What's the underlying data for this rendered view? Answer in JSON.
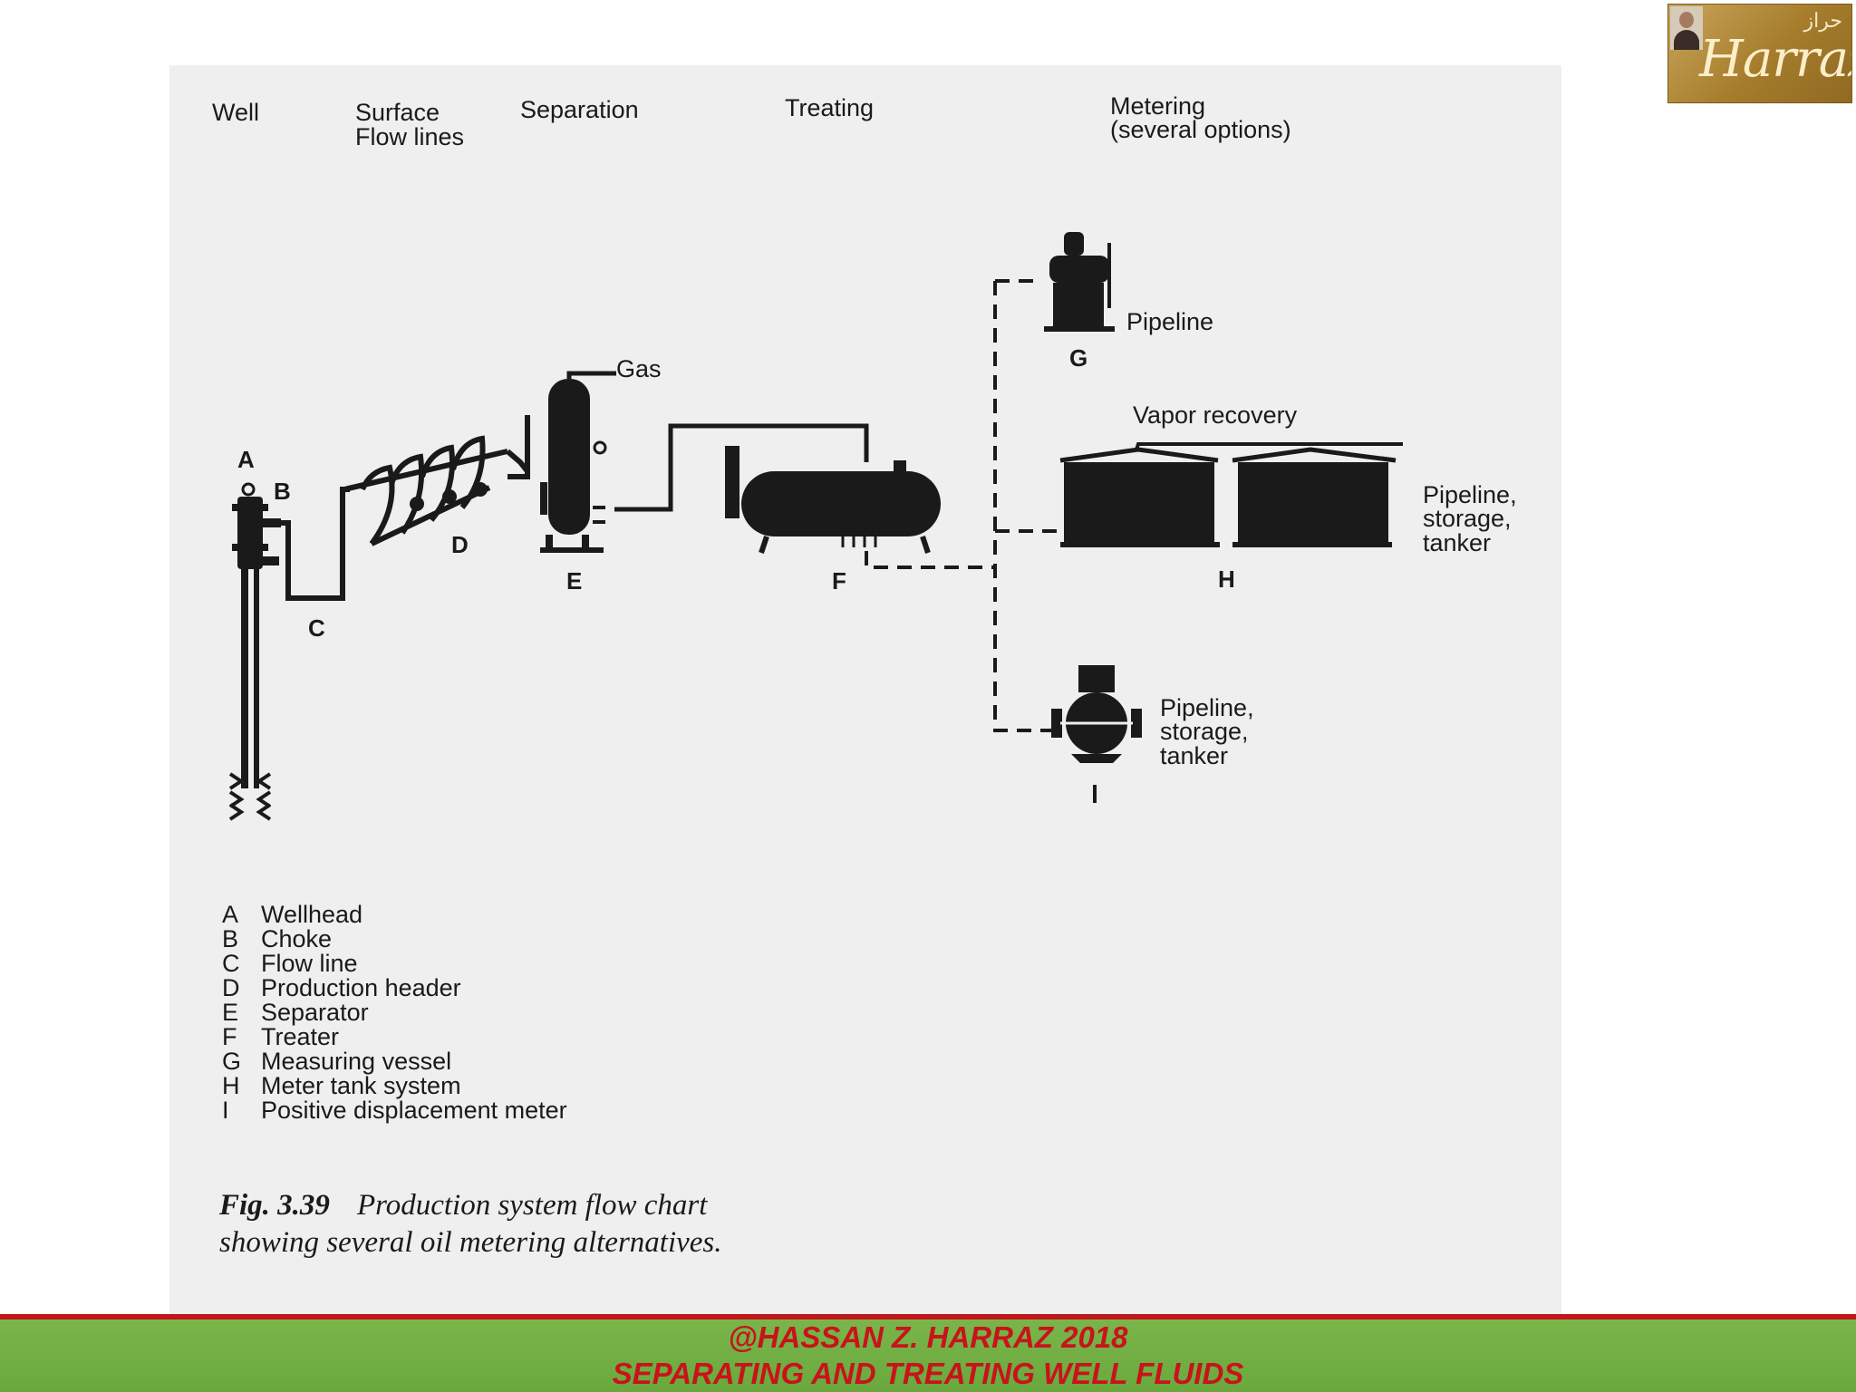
{
  "headers": {
    "well": "Well",
    "surface_1": "Surface",
    "surface_2": "Flow lines",
    "separation": "Separation",
    "treating": "Treating",
    "metering_1": "Metering",
    "metering_2": "(several options)"
  },
  "component_letters": {
    "A": "A",
    "B": "B",
    "C": "C",
    "D": "D",
    "E": "E",
    "F": "F",
    "G": "G",
    "H": "H",
    "I": "I"
  },
  "labels": {
    "gas": "Gas",
    "pipeline": "Pipeline",
    "vapor_recovery": "Vapor recovery",
    "h_dest_1": "Pipeline,",
    "h_dest_2": "storage,",
    "h_dest_3": "tanker",
    "i_dest_1": "Pipeline,",
    "i_dest_2": "storage,",
    "i_dest_3": "tanker"
  },
  "legend": [
    {
      "key": "A",
      "text": "Wellhead"
    },
    {
      "key": "B",
      "text": "Choke"
    },
    {
      "key": "C",
      "text": "Flow line"
    },
    {
      "key": "D",
      "text": "Production header"
    },
    {
      "key": "E",
      "text": "Separator"
    },
    {
      "key": "F",
      "text": "Treater"
    },
    {
      "key": "G",
      "text": "Measuring vessel"
    },
    {
      "key": "H",
      "text": "Meter tank system"
    },
    {
      "key": "I",
      "text": "Positive displacement meter"
    }
  ],
  "caption": {
    "fig": "Fig. 3.39",
    "text": "Production system flow chart showing several oil metering alternatives."
  },
  "logo": {
    "arabic": "حراز",
    "text": "Harraz"
  },
  "footer": {
    "line1": "@HASSAN Z. HARRAZ 2018",
    "line2": "SEPARATING AND TREATING WELL FLUIDS"
  }
}
